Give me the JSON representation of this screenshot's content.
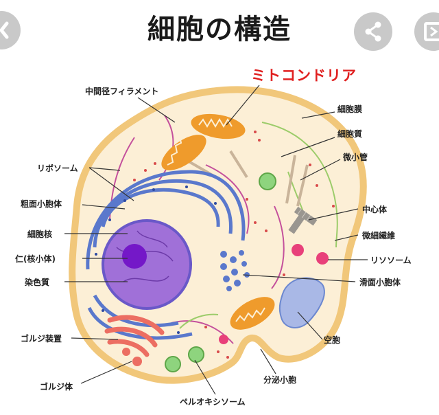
{
  "title": "細胞の構造",
  "labels": {
    "mitochondria": "ミトコンドリア",
    "intermediate_filament": "中間径フィラメント",
    "cell_membrane": "細胞膜",
    "cytoplasm": "細胞質",
    "microtubule": "微小管",
    "ribosome": "リボソーム",
    "rough_er": "粗面小胞体",
    "centrosome": "中心体",
    "nucleus": "細胞核",
    "microfilament": "微細繊維",
    "nucleolus": "仁(核小体)",
    "lysosome": "リソソーム",
    "chromatin": "染色質",
    "smooth_er": "滑面小胞体",
    "golgi_apparatus": "ゴルジ装置",
    "vacuole": "空胞",
    "golgi_body": "ゴルジ体",
    "secretory_vesicle": "分泌小胞",
    "peroxisome": "ペルオキシソーム"
  },
  "colors": {
    "cytoplasm": "#fcefd6",
    "membrane": "#f1c77a",
    "nucleus": "#a070d8",
    "nucleolus": "#7418c8",
    "er": "#5a78cc",
    "mitochondria": "#ef9b2c",
    "golgi": "#ec6e62",
    "lysosome": "#e8407a",
    "vacuole": "#a9b8e6",
    "green_vesicle": "#8ed47e",
    "filament": "#c4509c",
    "microtubule": "#9ccc6a"
  },
  "icons": {
    "left_nav": "chevron-left-icon",
    "share": "share-icon",
    "right_nav": "bookmark-icon"
  }
}
